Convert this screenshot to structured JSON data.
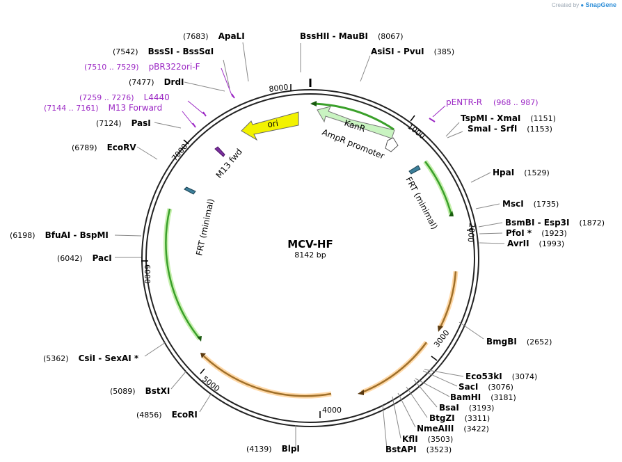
{
  "credit": {
    "prefix": "Created by",
    "brand": "SnapGene"
  },
  "plasmid": {
    "name": "MCV-HF",
    "length_label": "8142 bp",
    "length": 8142
  },
  "ticks": [
    "1000",
    "2000",
    "3000",
    "4000",
    "5000",
    "6000",
    "7000",
    "8000"
  ],
  "sites": [
    {
      "name": "BssHII  - MauBI",
      "pos": "(8067)"
    },
    {
      "name": "AsiSI  - PvuI",
      "pos": "(385)"
    },
    {
      "name": "TspMI  - XmaI",
      "pos": "(1151)"
    },
    {
      "name": "SmaI  - SrfI",
      "pos": "(1153)"
    },
    {
      "name": "HpaI",
      "pos": "(1529)"
    },
    {
      "name": "MscI",
      "pos": "(1735)"
    },
    {
      "name": "BsmBI  - Esp3I",
      "pos": "(1872)"
    },
    {
      "name": "PfoI *",
      "pos": "(1923)"
    },
    {
      "name": "AvrII",
      "pos": "(1993)"
    },
    {
      "name": "BmgBI",
      "pos": "(2652)"
    },
    {
      "name": "Eco53kI",
      "pos": "(3074)"
    },
    {
      "name": "SacI",
      "pos": "(3076)"
    },
    {
      "name": "BamHI",
      "pos": "(3181)"
    },
    {
      "name": "BsaI",
      "pos": "(3193)"
    },
    {
      "name": "BtgZI",
      "pos": "(3311)"
    },
    {
      "name": "NmeAIII",
      "pos": "(3422)"
    },
    {
      "name": "KflI",
      "pos": "(3503)"
    },
    {
      "name": "BstAPI",
      "pos": "(3523)"
    },
    {
      "name": "BlpI",
      "pos": "(4139)"
    },
    {
      "name": "EcoRI",
      "pos": "(4856)"
    },
    {
      "name": "BstXI",
      "pos": "(5089)"
    },
    {
      "name": "CsiI  - SexAI *",
      "pos": "(5362)"
    },
    {
      "name": "PacI",
      "pos": "(6042)"
    },
    {
      "name": "BfuAI  - BspMI",
      "pos": "(6198)"
    },
    {
      "name": "EcoRV",
      "pos": "(6789)"
    },
    {
      "name": "PasI",
      "pos": "(7124)"
    },
    {
      "name": "DrdI",
      "pos": "(7477)"
    },
    {
      "name": "BssSI  - BssSαI",
      "pos": "(7542)"
    },
    {
      "name": "ApaLI",
      "pos": "(7683)"
    }
  ],
  "primers": [
    {
      "name": "pENTR-R",
      "pos": "(968 .. 987)"
    },
    {
      "name": "pBR322ori-F",
      "pos": "(7510 .. 7529)"
    },
    {
      "name": "L4440",
      "pos": "(7259 .. 7276)"
    },
    {
      "name": "M13 Forward",
      "pos": "(7144 .. 7161)"
    }
  ],
  "features": [
    {
      "name": "ori"
    },
    {
      "name": "KanR"
    },
    {
      "name": "AmpR promoter"
    },
    {
      "name": "M13 fwd"
    },
    {
      "name": "FRT (minimal)"
    },
    {
      "name": "FRT (minimal)"
    }
  ],
  "colors": {
    "primer": "#9b27c4",
    "ori": "#f2f200",
    "kanr": "#c9f4c1",
    "frt": "#3c7f9a",
    "green_orf": "#3aa02a",
    "orange_orf": "#a0702a",
    "backbone": "#222222"
  }
}
